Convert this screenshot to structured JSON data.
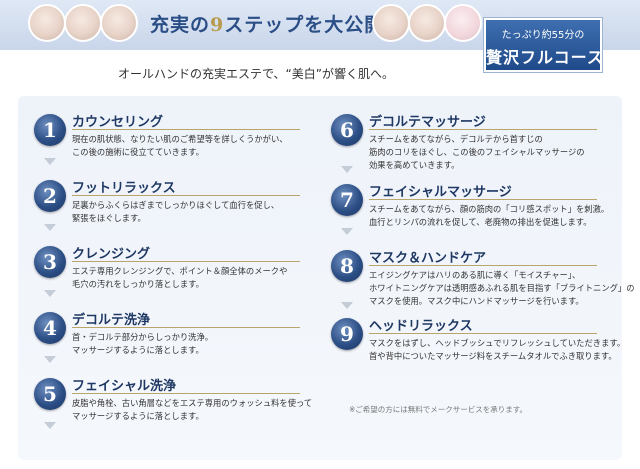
{
  "header": {
    "title_pre": "充実の",
    "title_num": "9",
    "title_post": "ステップを大公開"
  },
  "badge": {
    "top": "たっぷり約55分の",
    "main": "贅沢フルコース"
  },
  "subtitle": "オールハンドの充実エステで、“美白”が響く肌へ。",
  "steps": [
    {
      "num": "1",
      "title": "カウンセリング",
      "desc1": "現在の肌状態、なりたい肌のご希望等を詳しくうかがい、",
      "desc2": "この後の施術に役立てていきます。"
    },
    {
      "num": "2",
      "title": "フットリラックス",
      "desc1": "足裏からふくらはぎまでしっかりほぐして血行を促し、",
      "desc2": "緊張をほぐします。"
    },
    {
      "num": "3",
      "title": "クレンジング",
      "desc1": "エステ専用クレンジングで、ポイント＆顔全体のメークや",
      "desc2": "毛穴の汚れをしっかり落とします。"
    },
    {
      "num": "4",
      "title": "デコルテ洗浄",
      "desc1": "首・デコルテ部分からしっかり洗浄。",
      "desc2": "マッサージするように落とします。"
    },
    {
      "num": "5",
      "title": "フェイシャル洗浄",
      "desc1": "皮脂や角栓、古い角層などをエステ専用のウォッシュ料を使って",
      "desc2": "マッサージするように落とします。"
    },
    {
      "num": "6",
      "title": "デコルテマッサージ",
      "desc1": "スチームをあてながら、デコルテから首すじの",
      "desc2": "筋肉のコリをほぐし、この後のフェイシャルマッサージの",
      "desc3": "効果を高めていきます。"
    },
    {
      "num": "7",
      "title": "フェイシャルマッサージ",
      "desc1": "スチームをあてながら、顔の筋肉の「コリ感スポット」を刺激。",
      "desc2": "血行とリンパの流れを促して、老廃物の排出を促進します。"
    },
    {
      "num": "8",
      "title": "マスク＆ハンドケア",
      "desc1": "エイジングケアはハリのある肌に導く「モイスチャー」、",
      "desc2": "ホワイトニングケアは透明感あふれる肌を目指す「ブライトニング」の",
      "desc3": "マスクを使用。マスク中にハンドマッサージを行います。"
    },
    {
      "num": "9",
      "title": "ヘッドリラックス",
      "desc1": "マスクをはずし、ヘッドブッシュでリフレッシュしていただきます。",
      "desc2": "首や背中についたマッサージ料をスチームタオルでふき取ります。"
    }
  ],
  "note": "※ご希望の方には無料でメークサービスを承ります。",
  "colors": {
    "accent": "#2b4e86",
    "gold": "#b9a46a",
    "panel": "#eef3fa"
  }
}
